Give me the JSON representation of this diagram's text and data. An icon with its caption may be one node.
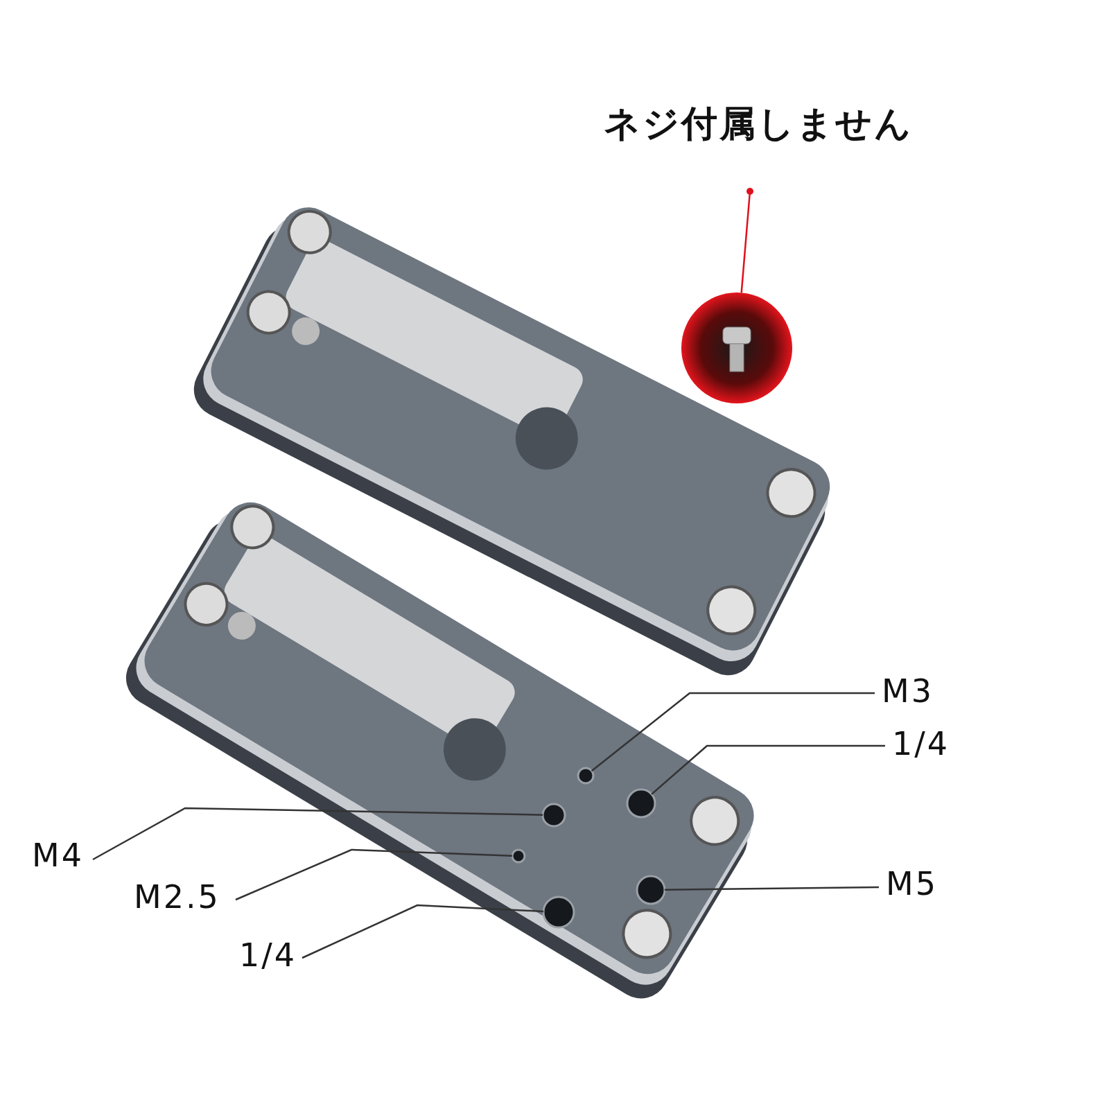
{
  "diagram": {
    "nodes": [
      {
        "text": [
          "ネジ付属しません"
        ]
      },
      {
        "text": [],
        "shape": "picture"
      },
      {
        "text": [
          "M3"
        ]
      },
      {
        "text": [],
        "shape": "circle"
      },
      {
        "text": [
          "1/4"
        ]
      },
      {
        "text": [],
        "shape": "circle"
      },
      {
        "text": [
          "M4"
        ]
      },
      {
        "text": [],
        "shape": "circle"
      },
      {
        "text": [
          "M2.5"
        ]
      },
      {
        "text": [],
        "shape": "circle"
      },
      {
        "text": [
          "M5"
        ]
      },
      {
        "text": [],
        "shape": "circle"
      },
      {
        "text": [
          "1/4"
        ]
      },
      {
        "text": [],
        "shape": "circle"
      }
    ],
    "edges": [
      {
        "from": 0,
        "to": 1,
        "arrow": "other",
        "color": "#e0101a"
      },
      {
        "from": 2,
        "to": 3,
        "arrow": "none"
      },
      {
        "from": 4,
        "to": 5,
        "arrow": "none"
      },
      {
        "from": 6,
        "to": 7,
        "arrow": "none"
      },
      {
        "from": 8,
        "to": 9,
        "arrow": "none"
      },
      {
        "from": 10,
        "to": 11,
        "arrow": "none"
      },
      {
        "from": 12,
        "to": 13,
        "arrow": "none"
      }
    ]
  }
}
